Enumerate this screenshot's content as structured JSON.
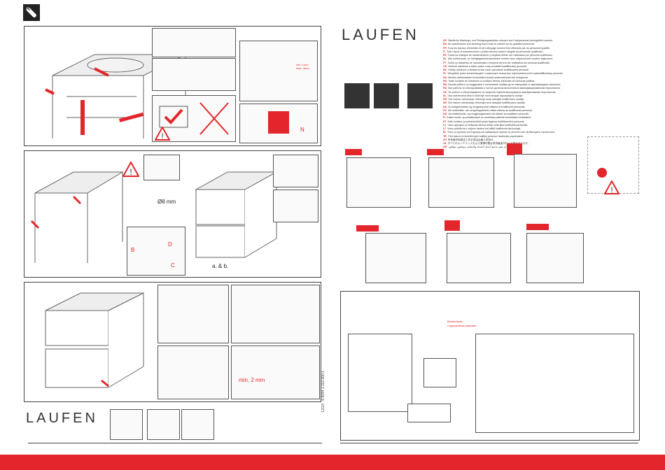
{
  "brand": {
    "name": "LAUFEN"
  },
  "left": {
    "labels": {
      "dia": "Ø8 mm",
      "b": "B",
      "c": "C",
      "d": "D",
      "ab": "a. & b.",
      "min2": "min. 2 mm",
      "plus": "+",
      "minus": "−",
      "n": "N",
      "minmax": "min. 1mm max. 4mm"
    },
    "doc_code": "12/23 · 8.9044.1.112.000.1"
  },
  "right": {
    "languages": [
      {
        "code": "DE",
        "text": "Sämtliche Wartungs- und Reinigungsarbeiten müssen von Fachpersonal durchgeführt werden."
      },
      {
        "code": "EN",
        "text": "All maintenance and cleaning work must be carried out by qualified personnel."
      },
      {
        "code": "FR",
        "text": "Tous les travaux d'entretien et de nettoyage doivent être effectués par du personnel qualifié."
      },
      {
        "code": "IT",
        "text": "Tutti i lavori di manutenzione e pulizia devono essere eseguiti da personale qualificato."
      },
      {
        "code": "ES",
        "text": "Todos los trabajos de mantenimiento y limpieza deben ser realizados por personal cualificado."
      },
      {
        "code": "NL",
        "text": "Alle onderhouds- en reinigingswerkzaamheden moeten door vakpersoneel worden uitgevoerd."
      },
      {
        "code": "PT",
        "text": "Todos os trabalhos de manutenção e limpeza devem ser realizados por pessoal qualificado."
      },
      {
        "code": "CS",
        "text": "Veškeré údržbové a čisticí práce musí provádět kvalifikovaný personál."
      },
      {
        "code": "SK",
        "text": "Všetky údržbové a čistiace práce musí vykonávať kvalifikovaný personál."
      },
      {
        "code": "PL",
        "text": "Wszystkie prace konserwacyjne i czyszczące muszą być wykonywane przez wykwalifikowany personel."
      },
      {
        "code": "HU",
        "text": "Minden karbantartási és tisztítási munkát szakembernek kell elvégeznie."
      },
      {
        "code": "RO",
        "text": "Toate lucrările de întreținere și curățare trebuie efectuate de personal calificat."
      },
      {
        "code": "BG",
        "text": "Всички работи по поддръжка и почистване трябва да се извършват от квалифициран персонал."
      },
      {
        "code": "RU",
        "text": "Все работы по обслуживанию и чистке должны выполняться квалифицированным персоналом."
      },
      {
        "code": "UK",
        "text": "Усі роботи з обслуговування та чищення повинні виконуватися кваліфікованим персоналом."
      },
      {
        "code": "SL",
        "text": "Vsa vzdrževalna dela in čiščenje mora izvajati usposobljeno osebje."
      },
      {
        "code": "HR",
        "text": "Sve radove održavanja i čišćenja mora obavljati kvalificirano osoblje."
      },
      {
        "code": "SR",
        "text": "Sve radove održavanja i čišćenja mora obavljati kvalifikovano osoblje."
      },
      {
        "code": "DA",
        "text": "Al vedligeholdelse og rengøring skal udføres af kvalificeret personale."
      },
      {
        "code": "SV",
        "text": "Allt underhålls- och rengöringsarbete måste utföras av kvalificerad personal."
      },
      {
        "code": "NO",
        "text": "Alt vedlikeholds- og rengjøringsarbeid må utføres av kvalifisert personell."
      },
      {
        "code": "FI",
        "text": "Kaikki huolto- ja puhdistustyöt on annettava pätevän henkilöstön tehtäväksi."
      },
      {
        "code": "ET",
        "text": "Kõik hooldus- ja puhastustööd peab tegema kvalifitseeritud personal."
      },
      {
        "code": "LV",
        "text": "Visus apkopes un tīrīšanas darbus drīkst veikt tikai kvalificēts personāls."
      },
      {
        "code": "LT",
        "text": "Visus priežiūros ir valymo darbus turi atlikti kvalifikuoti darbuotojai."
      },
      {
        "code": "EL",
        "text": "Όλες οι εργασίες συντήρησης και καθαρισμού πρέπει να γίνονται από εξειδικευμένο προσωπικό."
      },
      {
        "code": "TR",
        "text": "Tüm bakım ve temizlik işleri kalifiye personel tarafından yapılmalıdır."
      },
      {
        "code": "ZH",
        "text": "所有维护和清洁工作必须由合格人员执行。"
      },
      {
        "code": "JA",
        "text": "すべてのメンテナンスおよび清掃作業は有資格者が行う必要があります。"
      },
      {
        "code": "AR",
        "text": "يجب أن يقوم بجميع أعمال الصيانة والتنظيف موظفون مؤهلون."
      }
    ],
    "parts_note_1": "Bestandteile",
    "parts_note_2": "Содержимое упаковки"
  }
}
